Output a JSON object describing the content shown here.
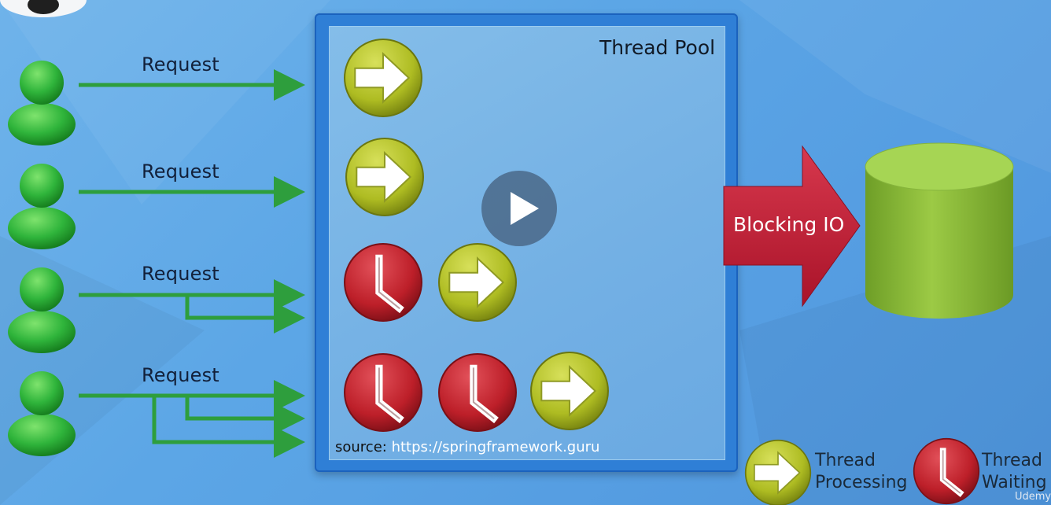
{
  "requests": [
    {
      "label": "Request"
    },
    {
      "label": "Request"
    },
    {
      "label": "Request"
    },
    {
      "label": "Request"
    }
  ],
  "thread_pool": {
    "title": "Thread Pool",
    "rows": [
      [
        "processing"
      ],
      [
        "processing"
      ],
      [
        "waiting",
        "processing"
      ],
      [
        "waiting",
        "waiting",
        "processing"
      ]
    ]
  },
  "blocking": {
    "label": "Blocking IO"
  },
  "source": {
    "prefix": "source:",
    "url": "https://springframework.guru"
  },
  "legend": {
    "processing": {
      "line1": "Thread",
      "line2": "Processing"
    },
    "waiting": {
      "line1": "Thread",
      "line2": "Waiting"
    }
  },
  "watermark": "Udemy",
  "colors": {
    "user_green": "#2bb53a",
    "arrow_green": "#39b54a",
    "processing_olive": "#b3c12a",
    "waiting_red": "#c4232b",
    "blocking_red": "#c8213a",
    "database_green": "#8cc43f",
    "frame_blue": "#2f7fd6"
  },
  "icons": {
    "user": "user-icon",
    "processing": "arrow-right-icon",
    "waiting": "clock-icon",
    "database": "database-icon",
    "play": "play-icon"
  }
}
